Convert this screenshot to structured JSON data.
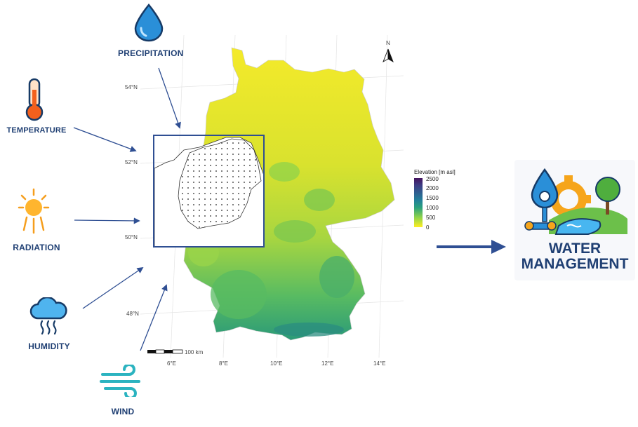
{
  "inputs": {
    "precipitation": "PRECIPITATION",
    "temperature": "TEMPERATURE",
    "radiation": "RADIATION",
    "humidity": "HUMIDITY",
    "wind": "WIND"
  },
  "map": {
    "north_label": "N",
    "lat_labels": [
      "54°N",
      "52°N",
      "50°N",
      "48°N"
    ],
    "lon_labels": [
      "6°E",
      "8°E",
      "10°E",
      "12°E",
      "14°E"
    ],
    "scale_label": "100 km",
    "legend": {
      "title": "Elevation [m asl]",
      "ticks": [
        "2500",
        "2000",
        "1500",
        "1000",
        "500",
        "0"
      ],
      "colors": [
        "#ffee22",
        "#8fd34a",
        "#2aa17d",
        "#23809a",
        "#2f5f8f",
        "#3d3d84",
        "#45135e"
      ]
    }
  },
  "output": {
    "line1": "WATER",
    "line2": "MANAGEMENT"
  },
  "colors": {
    "arrow": "#2f4f93",
    "text": "#1f3f73",
    "box": "#2f4f93"
  }
}
